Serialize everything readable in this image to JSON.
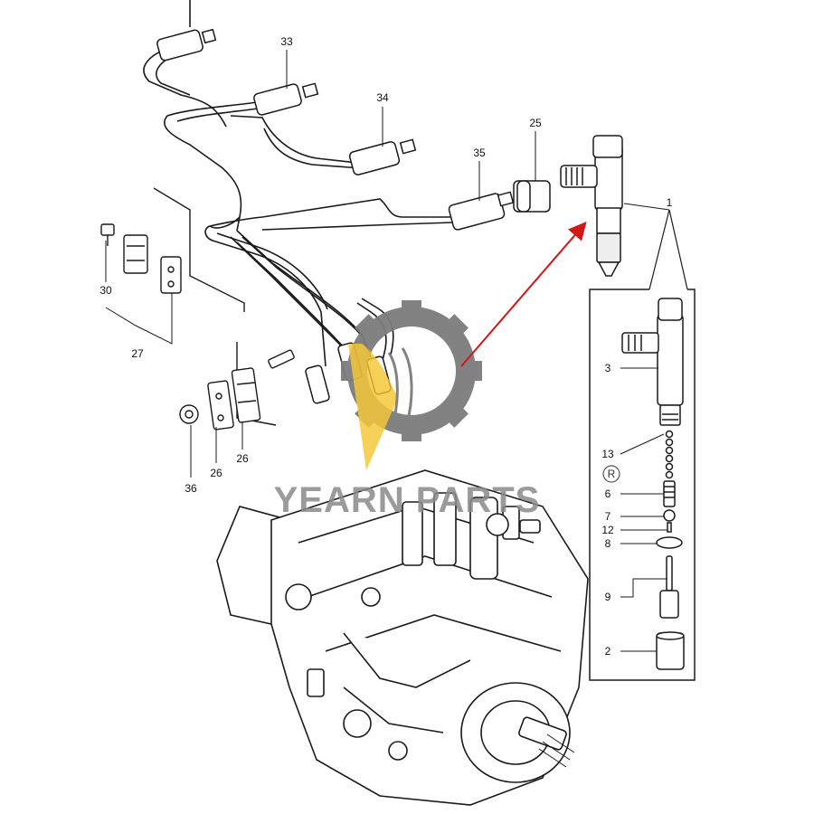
{
  "callouts": {
    "c1": "1",
    "c2": "2",
    "c3": "3",
    "c6": "6",
    "c7": "7",
    "c8": "8",
    "c9": "9",
    "c12": "12",
    "c13": "13",
    "c25": "25",
    "c26a": "26",
    "c26b": "26",
    "c27": "27",
    "c30": "30",
    "c33": "33",
    "c34": "34",
    "c35": "35",
    "c36": "36"
  },
  "watermark": {
    "text": "YEARN PARTS",
    "registered": "R"
  },
  "colors": {
    "arrow": "#d01818",
    "logo_gray": "#7c7c7c",
    "logo_yellow": "#f4c430",
    "line": "#1a1a1a"
  },
  "icons": {
    "logo": "gear-logo-icon"
  }
}
